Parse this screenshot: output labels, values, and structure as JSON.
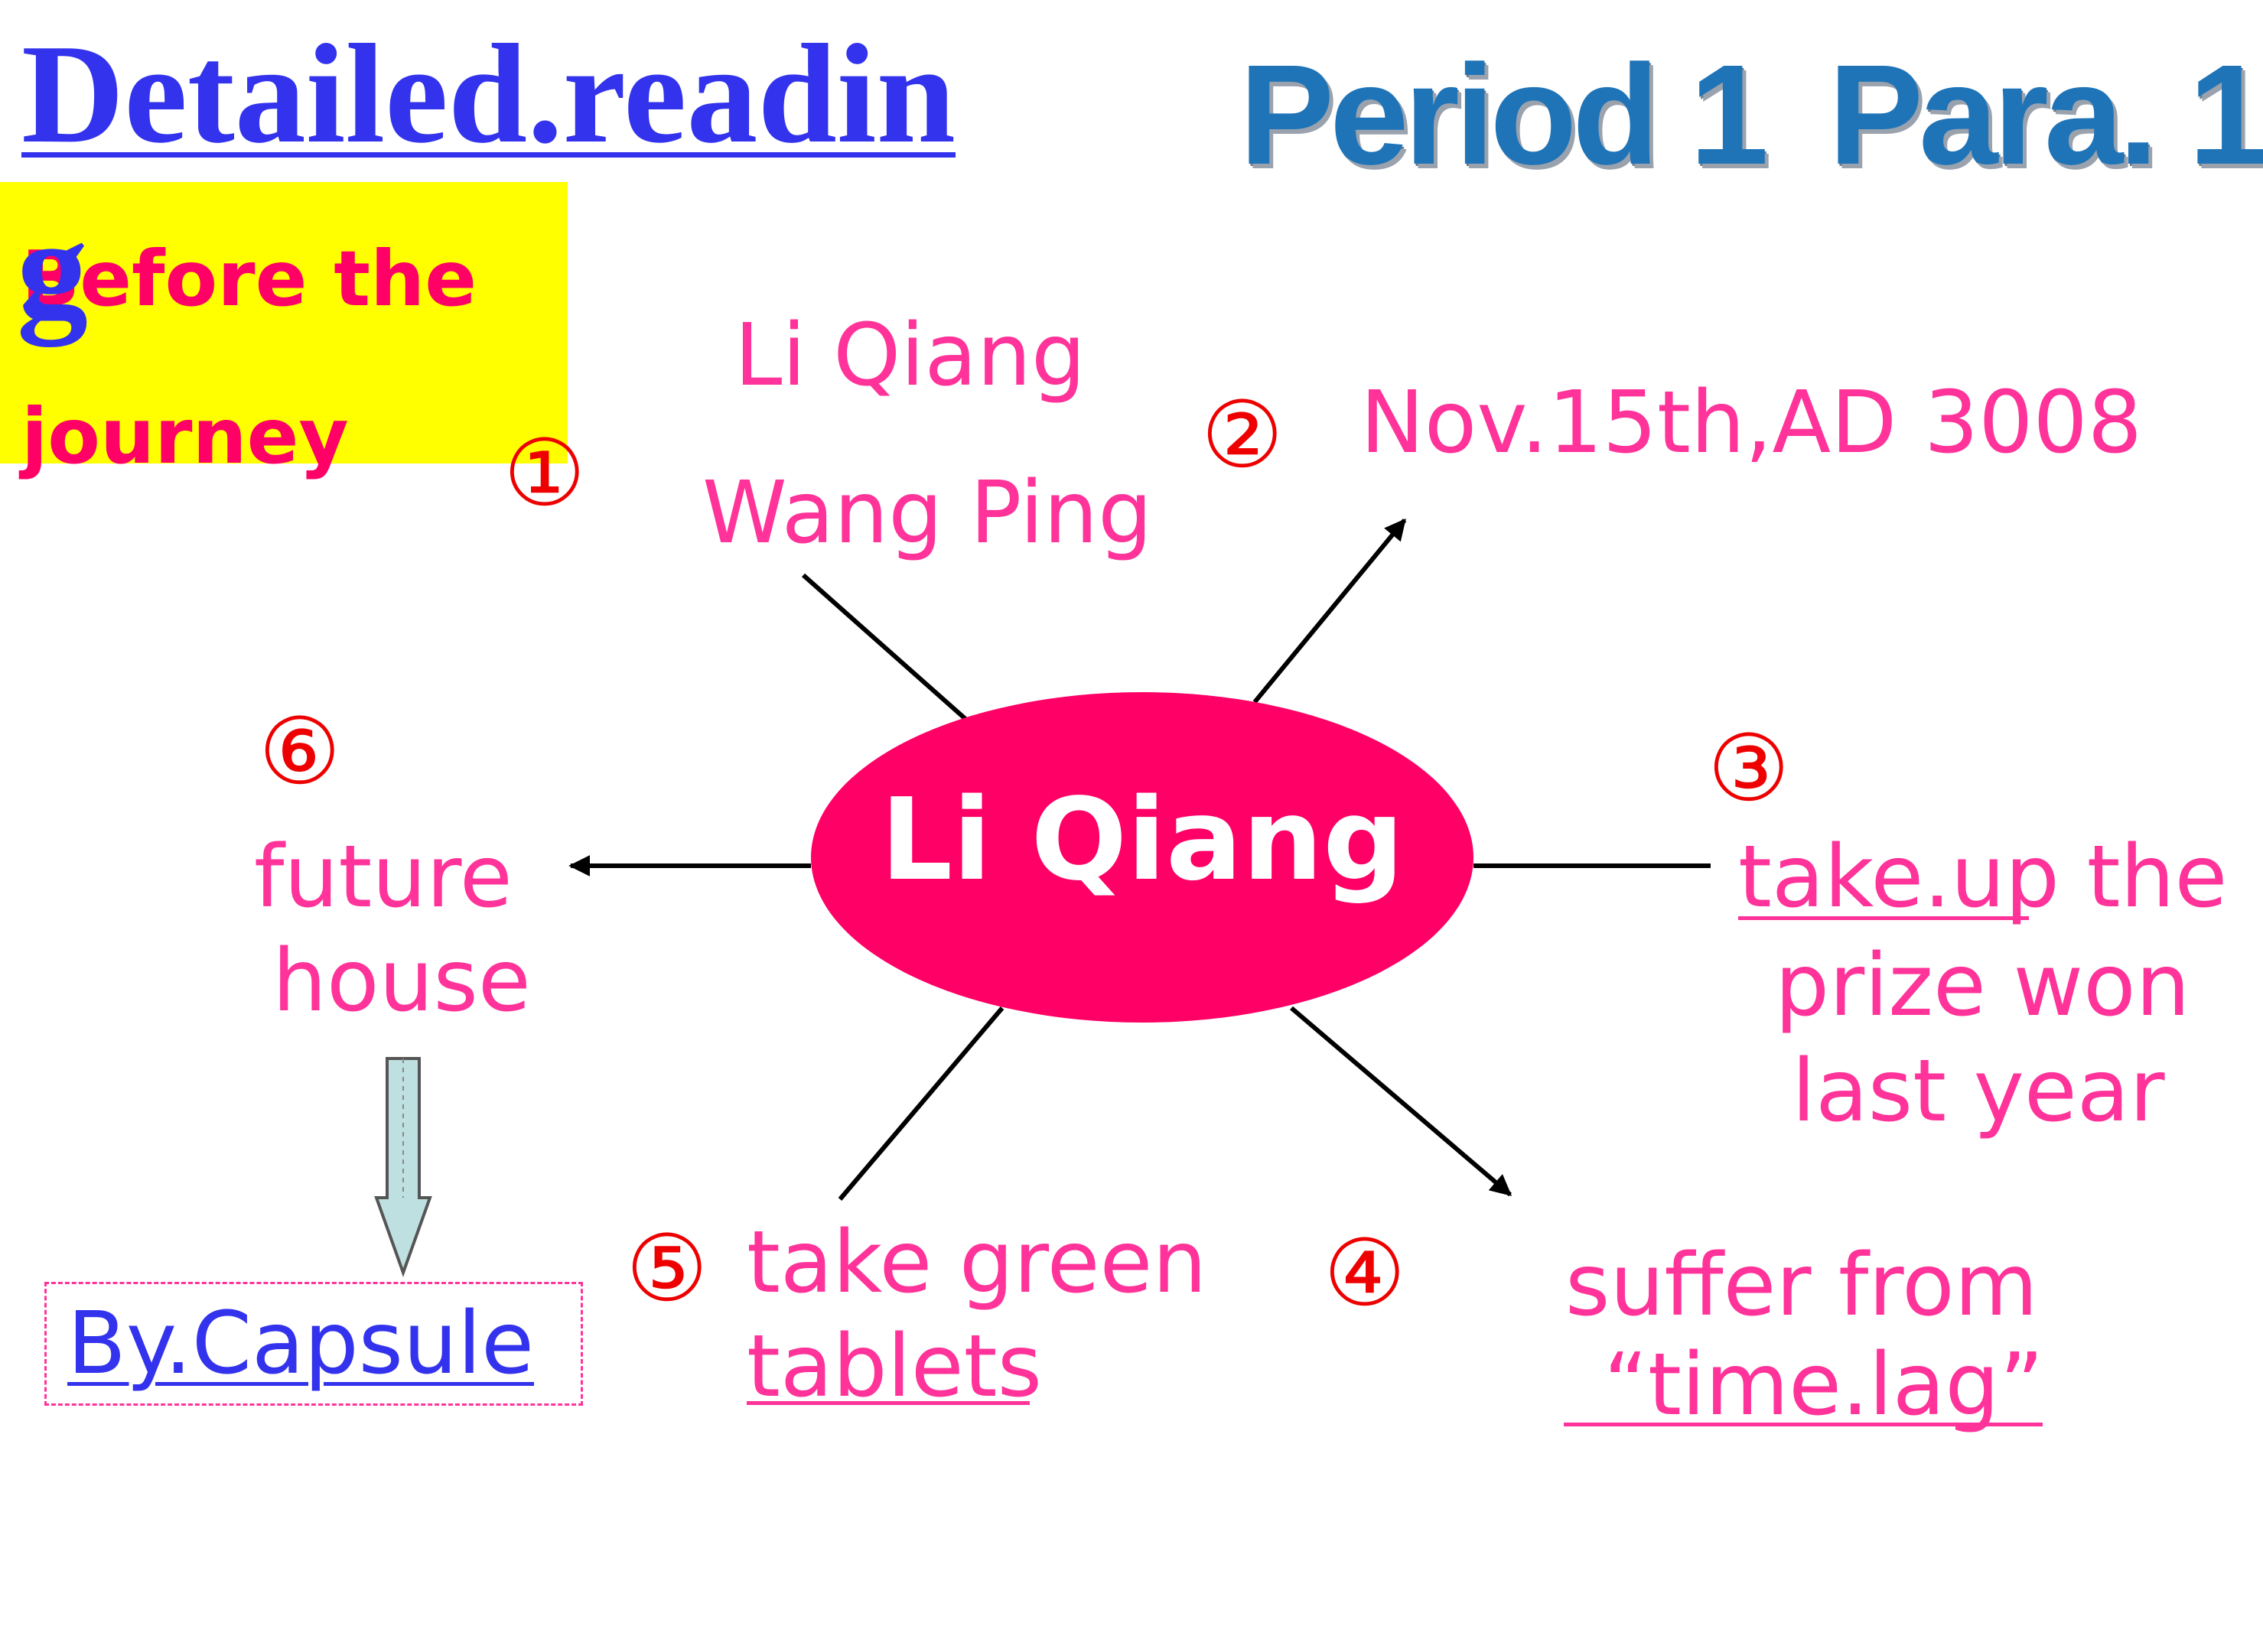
{
  "header": {
    "title": "Detailed.readin",
    "title_tail": "g",
    "period": "Period 1",
    "para": "Para. 1"
  },
  "section_label": "Before the\njourney",
  "center": {
    "label": "Li Qiang"
  },
  "nodes": [
    {
      "num": "①",
      "lines": [
        "Li Qiang",
        "Wang Ping"
      ]
    },
    {
      "num": "②",
      "text": "Nov.15th,AD 3008"
    },
    {
      "num": "③",
      "lines": [
        "take.up the",
        "prize won",
        "last year"
      ]
    },
    {
      "num": "④",
      "lines": [
        "suffer from",
        "“time.lag”"
      ]
    },
    {
      "num": "⑤",
      "lines": [
        "take green",
        "tablets"
      ]
    },
    {
      "num": "⑥",
      "lines": [
        "future",
        "house"
      ]
    }
  ],
  "capsule_link": "By.Capsule",
  "colors": {
    "title_blue": "#3333ee",
    "accent_pink": "#ff3399",
    "center_fill": "#ff0066",
    "number_red": "#ee0000",
    "highlight_yellow": "#ffff00"
  }
}
